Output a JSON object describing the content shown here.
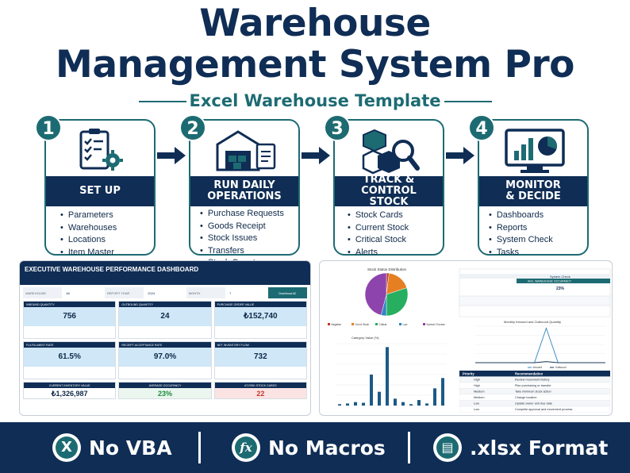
{
  "header": {
    "title_line1": "Warehouse",
    "title_line2": "Management System Pro",
    "subtitle": "Excel Warehouse Template"
  },
  "steps": [
    {
      "number": "1",
      "title": "SET UP",
      "icon": "checklist-gear-icon",
      "items": [
        "Parameters",
        "Warehouses",
        "Locations",
        "Item Master"
      ]
    },
    {
      "number": "2",
      "title": "RUN DAILY OPERATIONS",
      "icon": "warehouse-clipboard-icon",
      "items": [
        "Purchase Requests",
        "Goods Receipt",
        "Stock Issues",
        "Transfers",
        "Stock Count"
      ]
    },
    {
      "number": "3",
      "title": "TRACK & CONTROL STOCK",
      "icon": "boxes-magnifier-icon",
      "items": [
        "Stock Cards",
        "Current Stock",
        "Critical Stock",
        "Alerts"
      ]
    },
    {
      "number": "4",
      "title": "MONITOR & DECIDE",
      "icon": "monitor-chart-icon",
      "items": [
        "Dashboards",
        "Reports",
        "System Check",
        "Tasks"
      ]
    }
  ],
  "dashboard": {
    "title": "EXECUTIVE WAREHOUSE PERFORMANCE DASHBOARD",
    "filters": [
      {
        "label": "WAREHOUSE",
        "value": "All"
      },
      {
        "label": "REPORT YEAR",
        "value": "2024"
      },
      {
        "label": "MONTH",
        "value": "7"
      }
    ],
    "button": "Dashboard2",
    "kpis_row1": [
      {
        "label": "INBOUND QUANTITY",
        "value": "756"
      },
      {
        "label": "OUTBOUND QUANTITY",
        "value": "24"
      },
      {
        "label": "PURCHASE ORDER VALUE",
        "value": "₺152,740"
      }
    ],
    "kpis_row2": [
      {
        "label": "FULFILLMENT RATE",
        "value": "61.5%"
      },
      {
        "label": "RECEIPT ACCEPTANCE RATE",
        "value": "97.0%"
      },
      {
        "label": "NET INVENTORY FLOW",
        "value": "732"
      }
    ],
    "kpis_bottom": [
      {
        "label": "CURRENT INVENTORY VALUE",
        "value": "₺1,326,987"
      },
      {
        "label": "AVERAGE OCCUPANCY",
        "value": "23%"
      },
      {
        "label": "AT-RISK STOCK CARDS",
        "value": "22"
      }
    ]
  },
  "right_panel": {
    "pie_title": "Stock Status Distribution",
    "pie_legend": [
      "Negative",
      "Out of Stock",
      "Critical",
      "Low",
      "Normal / Excess"
    ],
    "bar_title": "Category Value (%)",
    "line_title": "Monthly Inbound and Outbound Quantity",
    "line_legend": [
      "Inbound",
      "Outbound"
    ],
    "system_check": "System Check",
    "occupancy_label": "AVG. WAREHOUSE OCCUPANCY",
    "occupancy_value": "23%",
    "table_headers": [
      "Priority",
      "Recommendation"
    ],
    "table_rows": [
      [
        "High",
        "Review movement history"
      ],
      [
        "High",
        "Plan purchasing or transfer"
      ],
      [
        "Medium",
        "Take minimum stock action"
      ],
      [
        "Medium",
        "Change location"
      ],
      [
        "Low",
        "Update owner and due date"
      ],
      [
        "Low",
        "Complete approval and movement process"
      ]
    ]
  },
  "chart_data": [
    {
      "type": "pie",
      "title": "Stock Status Distribution",
      "categories": [
        "Negative",
        "Out of Stock",
        "Critical",
        "Low",
        "Normal / Excess"
      ],
      "values": [
        2,
        18,
        30,
        4,
        46
      ]
    },
    {
      "type": "bar",
      "title": "Category Value (%)",
      "values": [
        2,
        3,
        5,
        4,
        45,
        20,
        85,
        10,
        5,
        2,
        8,
        3,
        25,
        40
      ]
    },
    {
      "type": "line",
      "title": "Monthly Inbound and Outbound Quantity",
      "series": [
        {
          "name": "Inbound",
          "values": [
            0,
            0,
            0,
            0,
            0,
            0,
            756,
            0,
            0,
            0,
            0,
            0
          ]
        },
        {
          "name": "Outbound",
          "values": [
            0,
            0,
            0,
            0,
            0,
            0,
            24,
            0,
            0,
            0,
            0,
            0
          ]
        }
      ]
    }
  ],
  "features": [
    {
      "icon": "excel-x-icon",
      "glyph": "X",
      "label": "No VBA"
    },
    {
      "icon": "function-fx-icon",
      "glyph": "fx",
      "label": "No Macros"
    },
    {
      "icon": "spreadsheet-file-icon",
      "glyph": "▤",
      "label": ".xlsx Format"
    }
  ],
  "colors": {
    "navy": "#0f2d55",
    "teal": "#1d6b72",
    "light_blue": "#cfe7f7"
  }
}
